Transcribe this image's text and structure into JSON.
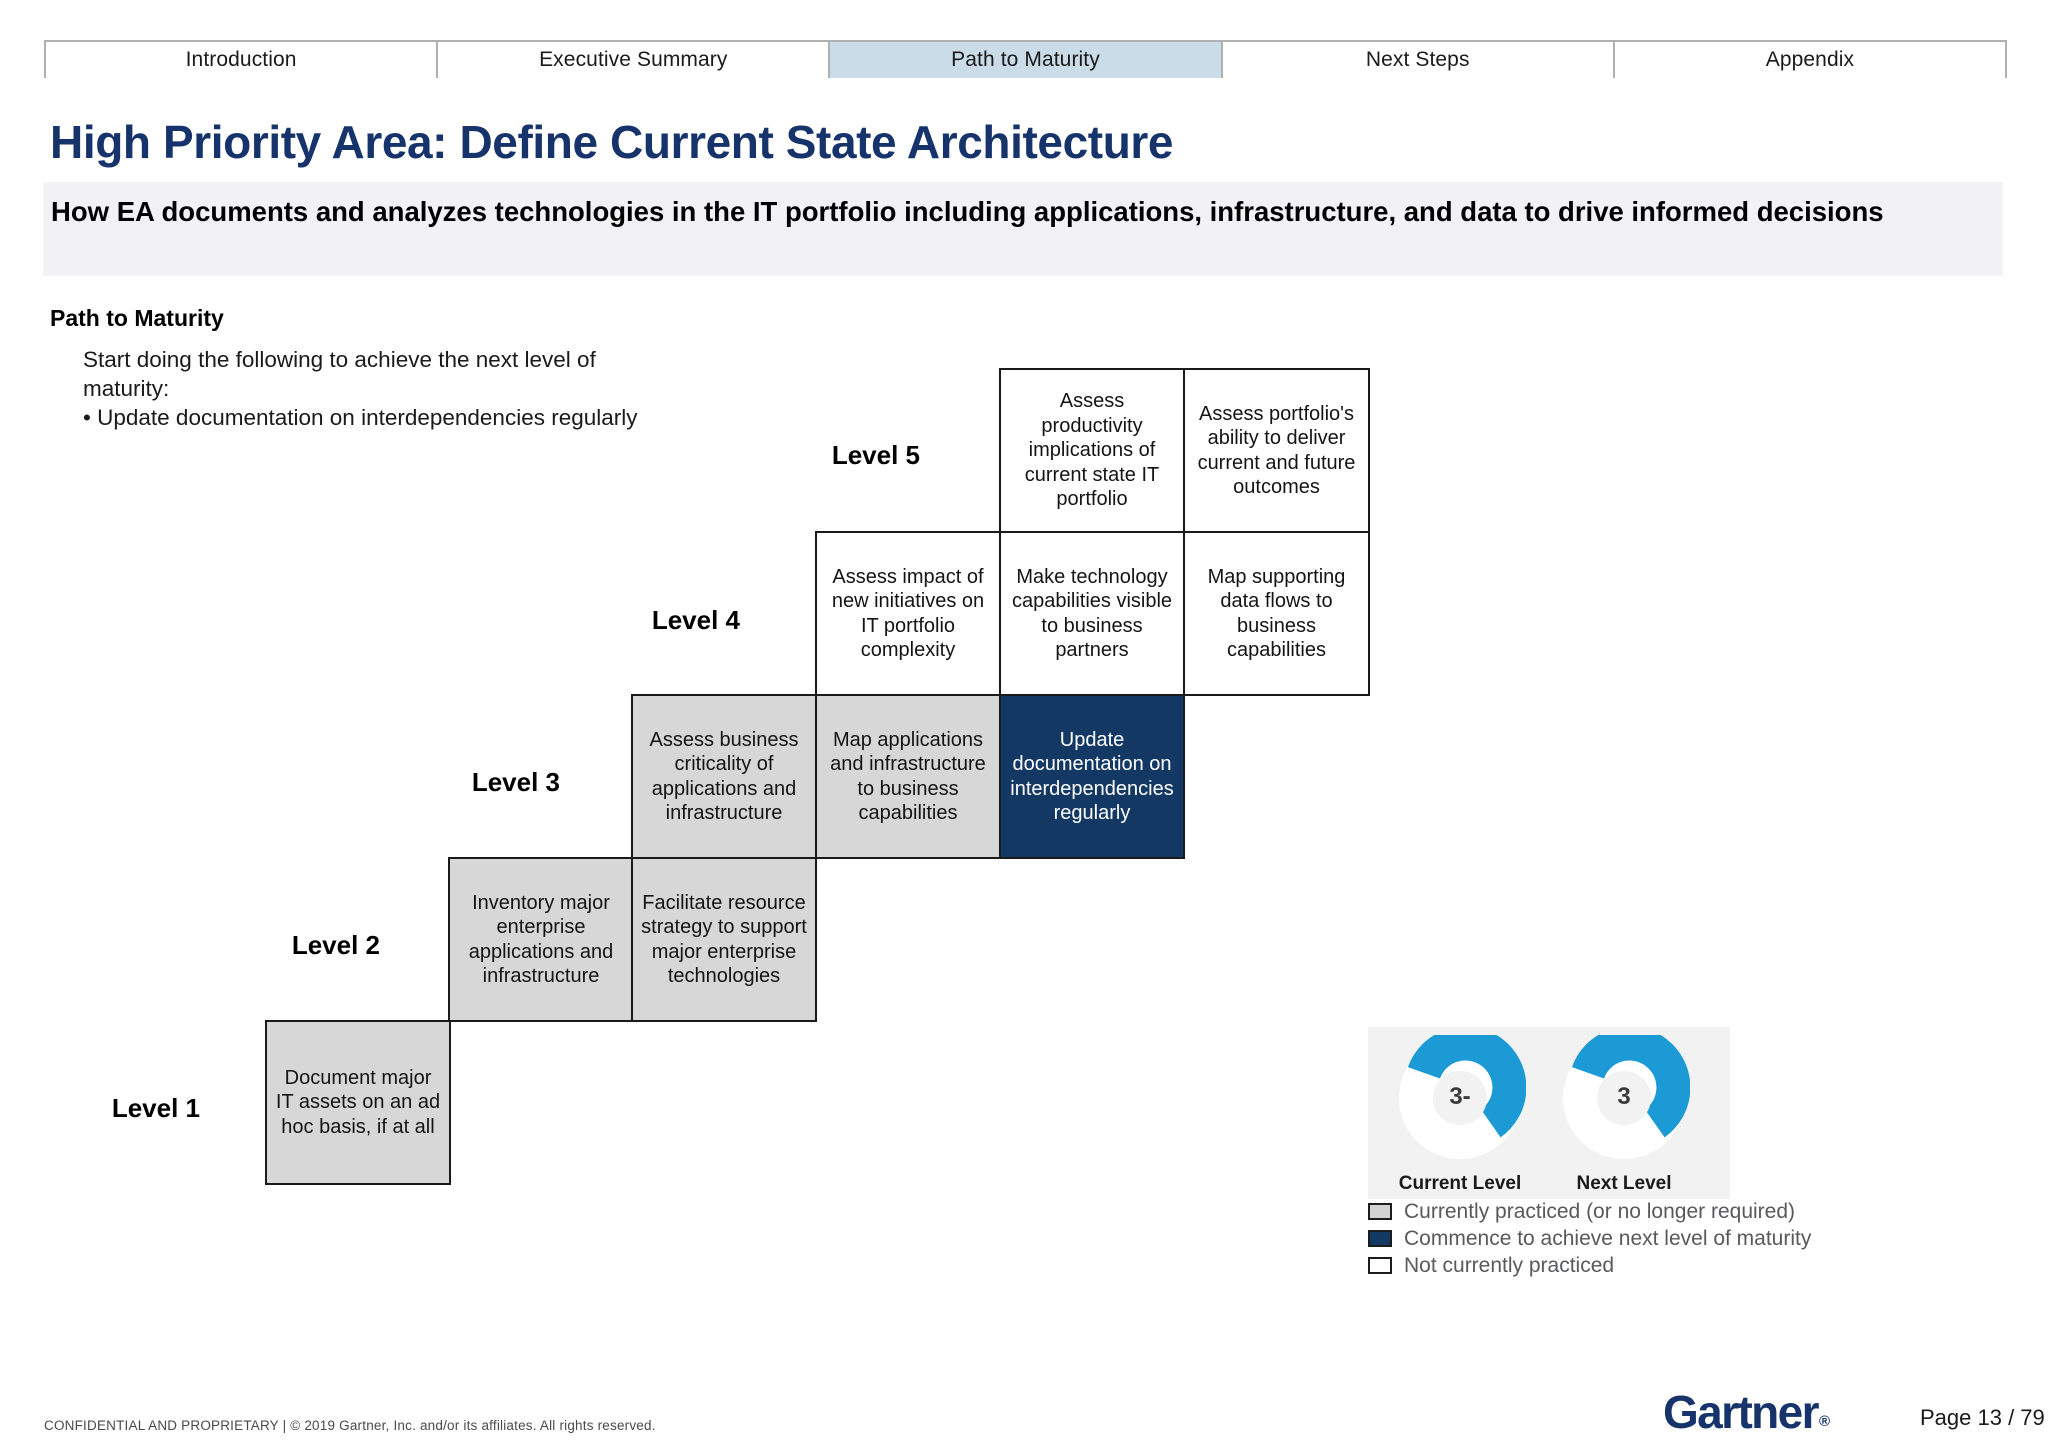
{
  "tabs": [
    {
      "label": "Introduction",
      "active": false
    },
    {
      "label": "Executive Summary",
      "active": false
    },
    {
      "label": "Path to Maturity",
      "active": true
    },
    {
      "label": "Next Steps",
      "active": false
    },
    {
      "label": "Appendix",
      "active": false
    }
  ],
  "header": {
    "title": "High Priority Area: Define Current State Architecture",
    "subtitle": "How EA documents and analyzes technologies in the IT portfolio including applications, infrastructure, and data to drive informed decisions"
  },
  "section": {
    "label": "Path to Maturity",
    "narrative_intro": "Start doing the following to achieve the next level of maturity:",
    "narrative_bullet": "• Update documentation on interdependencies regularly"
  },
  "maturity": {
    "level_labels": [
      "Level 1",
      "Level 2",
      "Level 3",
      "Level 4",
      "Level 5"
    ],
    "cells": [
      {
        "level": 5,
        "col": 3,
        "state": "not-currently-practiced",
        "text": "Assess productivity implications of current state IT portfolio"
      },
      {
        "level": 5,
        "col": 4,
        "state": "not-currently-practiced",
        "text": "Assess portfolio's ability to deliver current and future outcomes"
      },
      {
        "level": 4,
        "col": 2,
        "state": "not-currently-practiced",
        "text": "Assess impact of new initiatives on IT portfolio complexity"
      },
      {
        "level": 4,
        "col": 3,
        "state": "not-currently-practiced",
        "text": "Make technology capabilities visible to business partners"
      },
      {
        "level": 4,
        "col": 4,
        "state": "not-currently-practiced",
        "text": "Map supporting data flows to business capabilities"
      },
      {
        "level": 3,
        "col": 1,
        "state": "currently-practiced",
        "text": "Assess business criticality of applications and infrastructure"
      },
      {
        "level": 3,
        "col": 2,
        "state": "currently-practiced",
        "text": "Map applications and infrastructure to business capabilities"
      },
      {
        "level": 3,
        "col": 3,
        "state": "commence",
        "text": "Update documentation on interdependencies regularly"
      },
      {
        "level": 2,
        "col": 0,
        "state": "currently-practiced",
        "text": "Inventory major enterprise applications and infrastructure"
      },
      {
        "level": 2,
        "col": 1,
        "state": "currently-practiced",
        "text": "Facilitate resource strategy to support major enterprise technologies"
      },
      {
        "level": 1,
        "col": -1,
        "state": "currently-practiced",
        "text": "Document major IT assets on an ad hoc basis, if at all"
      }
    ]
  },
  "gauges": [
    {
      "value": "3-",
      "caption": "Current Level",
      "percent": 62
    },
    {
      "value": "3",
      "caption": "Next Level",
      "percent": 62
    }
  ],
  "legend": [
    {
      "swatch": "currently-practiced",
      "label": "Currently practiced (or no longer required)"
    },
    {
      "swatch": "commence",
      "label": "Commence to achieve next level of maturity"
    },
    {
      "swatch": "not-currently-practiced",
      "label": "Not currently practiced"
    }
  ],
  "footer": {
    "confidential": "CONFIDENTIAL AND PROPRIETARY  |  © 2019 Gartner, Inc. and/or its affiliates. All rights reserved.",
    "brand": "Gartner",
    "brand_mark": "®",
    "page": "Page 13 / 79"
  },
  "colors": {
    "brand_navy": "#16336B",
    "commence_navy": "#133863",
    "practiced_grey": "#D7D7D7",
    "active_tab": "#CBDCE9",
    "gauge_blue": "#1C9AD6",
    "gauge_track": "#FFFFFF"
  }
}
